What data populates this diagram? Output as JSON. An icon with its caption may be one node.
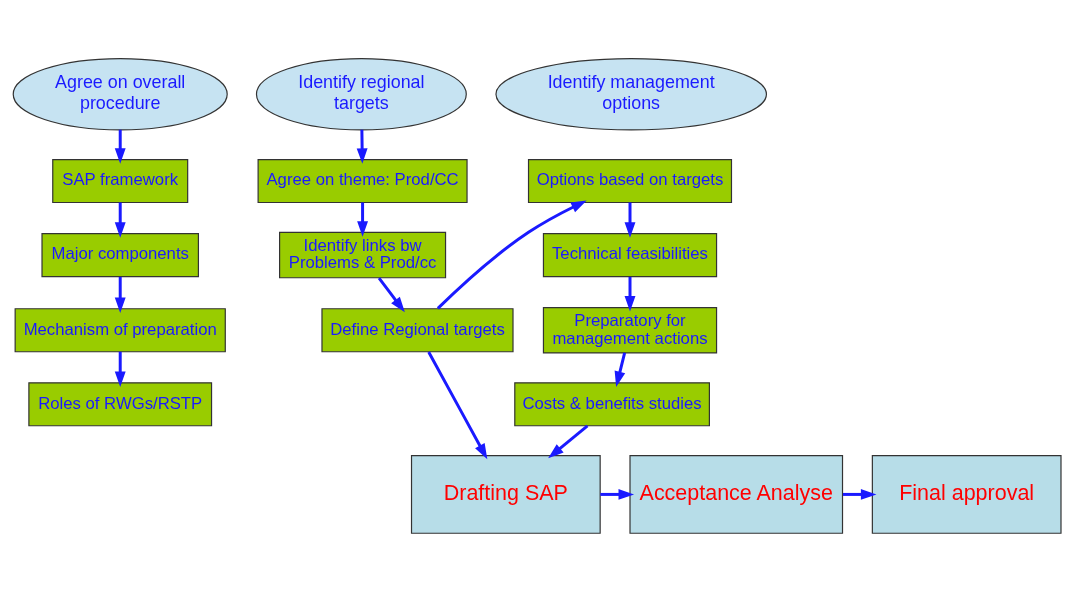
{
  "diagram": {
    "nodes": [
      {
        "text": [
          "Agree on overall procedure"
        ]
      },
      {
        "text": [
          "Identify regional targets"
        ]
      },
      {
        "text": [
          "Identify management options"
        ]
      },
      {
        "text": [
          "SAP framework"
        ]
      },
      {
        "text": [
          "Agree on theme: Prod/CC"
        ]
      },
      {
        "text": [
          "Options based on targets"
        ]
      },
      {
        "text": [
          "Major components"
        ]
      },
      {
        "text": [
          "Identify links bw Problems & Prod/cc"
        ]
      },
      {
        "text": [
          "Technical feasibilities"
        ]
      },
      {
        "text": [
          "Mechanism of preparation"
        ]
      },
      {
        "text": [
          "Define Regional targets"
        ]
      },
      {
        "text": [
          "Preparatory for management actions"
        ]
      },
      {
        "text": [
          "Roles of RWGs/RSTP"
        ]
      },
      {
        "text": [
          "Costs & benefits studies"
        ]
      },
      {
        "text": [
          "Drafting SAP"
        ]
      },
      {
        "text": [
          "Acceptance Analyse"
        ]
      },
      {
        "text": [
          "Final approval"
        ]
      }
    ],
    "edges": [
      {
        "from": 0,
        "to": 3,
        "arrow": "to"
      },
      {
        "from": 3,
        "to": 6,
        "arrow": "to"
      },
      {
        "from": 6,
        "to": 9,
        "arrow": "to"
      },
      {
        "from": 9,
        "to": 12,
        "arrow": "to"
      },
      {
        "from": 1,
        "to": 4,
        "arrow": "to"
      },
      {
        "from": 4,
        "to": 7,
        "arrow": "to"
      },
      {
        "from": 7,
        "to": 10,
        "arrow": "to"
      },
      {
        "from": 10,
        "to": 5,
        "arrow": "to"
      },
      {
        "from": 5,
        "to": 8,
        "arrow": "to"
      },
      {
        "from": 8,
        "to": 11,
        "arrow": "to"
      },
      {
        "from": 11,
        "to": 13,
        "arrow": "to"
      },
      {
        "from": 10,
        "to": 14,
        "arrow": "to"
      },
      {
        "from": 13,
        "to": 14,
        "arrow": "to"
      },
      {
        "from": 14,
        "to": 15,
        "arrow": "to"
      },
      {
        "from": 15,
        "to": 16,
        "arrow": "to"
      }
    ]
  }
}
